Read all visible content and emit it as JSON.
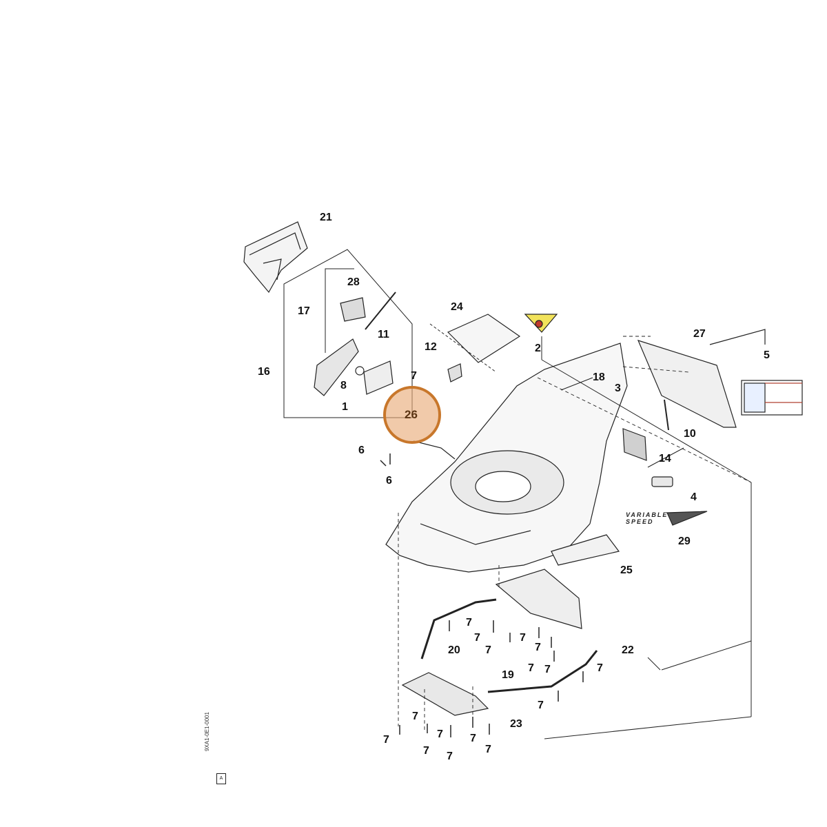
{
  "diagram": {
    "callouts": [
      {
        "id": "c21",
        "text": "21"
      },
      {
        "id": "c28",
        "text": "28"
      },
      {
        "id": "c17",
        "text": "17"
      },
      {
        "id": "c11",
        "text": "11"
      },
      {
        "id": "c16",
        "text": "16"
      },
      {
        "id": "c8",
        "text": "8"
      },
      {
        "id": "c1",
        "text": "1"
      },
      {
        "id": "c24",
        "text": "24"
      },
      {
        "id": "c2",
        "text": "2"
      },
      {
        "id": "c12",
        "text": "12"
      },
      {
        "id": "c7a",
        "text": "7"
      },
      {
        "id": "c27",
        "text": "27"
      },
      {
        "id": "c5",
        "text": "5"
      },
      {
        "id": "c18",
        "text": "18"
      },
      {
        "id": "c3",
        "text": "3"
      },
      {
        "id": "c10",
        "text": "10"
      },
      {
        "id": "c14",
        "text": "14"
      },
      {
        "id": "c4",
        "text": "4"
      },
      {
        "id": "c29",
        "text": "29"
      },
      {
        "id": "c6a",
        "text": "6"
      },
      {
        "id": "c6b",
        "text": "6"
      },
      {
        "id": "c25",
        "text": "25"
      },
      {
        "id": "c7b",
        "text": "7"
      },
      {
        "id": "c7c",
        "text": "7"
      },
      {
        "id": "c7d",
        "text": "7"
      },
      {
        "id": "c7e",
        "text": "7"
      },
      {
        "id": "c7f",
        "text": "7"
      },
      {
        "id": "c20",
        "text": "20"
      },
      {
        "id": "c22",
        "text": "22"
      },
      {
        "id": "c7g",
        "text": "7"
      },
      {
        "id": "c7h",
        "text": "7"
      },
      {
        "id": "c7i",
        "text": "7"
      },
      {
        "id": "c19",
        "text": "19"
      },
      {
        "id": "c7j",
        "text": "7"
      },
      {
        "id": "c7k",
        "text": "7"
      },
      {
        "id": "c23",
        "text": "23"
      },
      {
        "id": "c7l",
        "text": "7"
      },
      {
        "id": "c7m",
        "text": "7"
      },
      {
        "id": "c7n",
        "text": "7"
      },
      {
        "id": "c7o",
        "text": "7"
      },
      {
        "id": "c7p",
        "text": "7"
      },
      {
        "id": "c7q",
        "text": "7"
      }
    ],
    "highlight": {
      "text": "26",
      "color": "#c8772b"
    },
    "decal_variable_line1": "VARIABLE",
    "decal_variable_line2": "SPEED",
    "side_code": "9XA1-0E1-0001",
    "side_tag": "A"
  }
}
